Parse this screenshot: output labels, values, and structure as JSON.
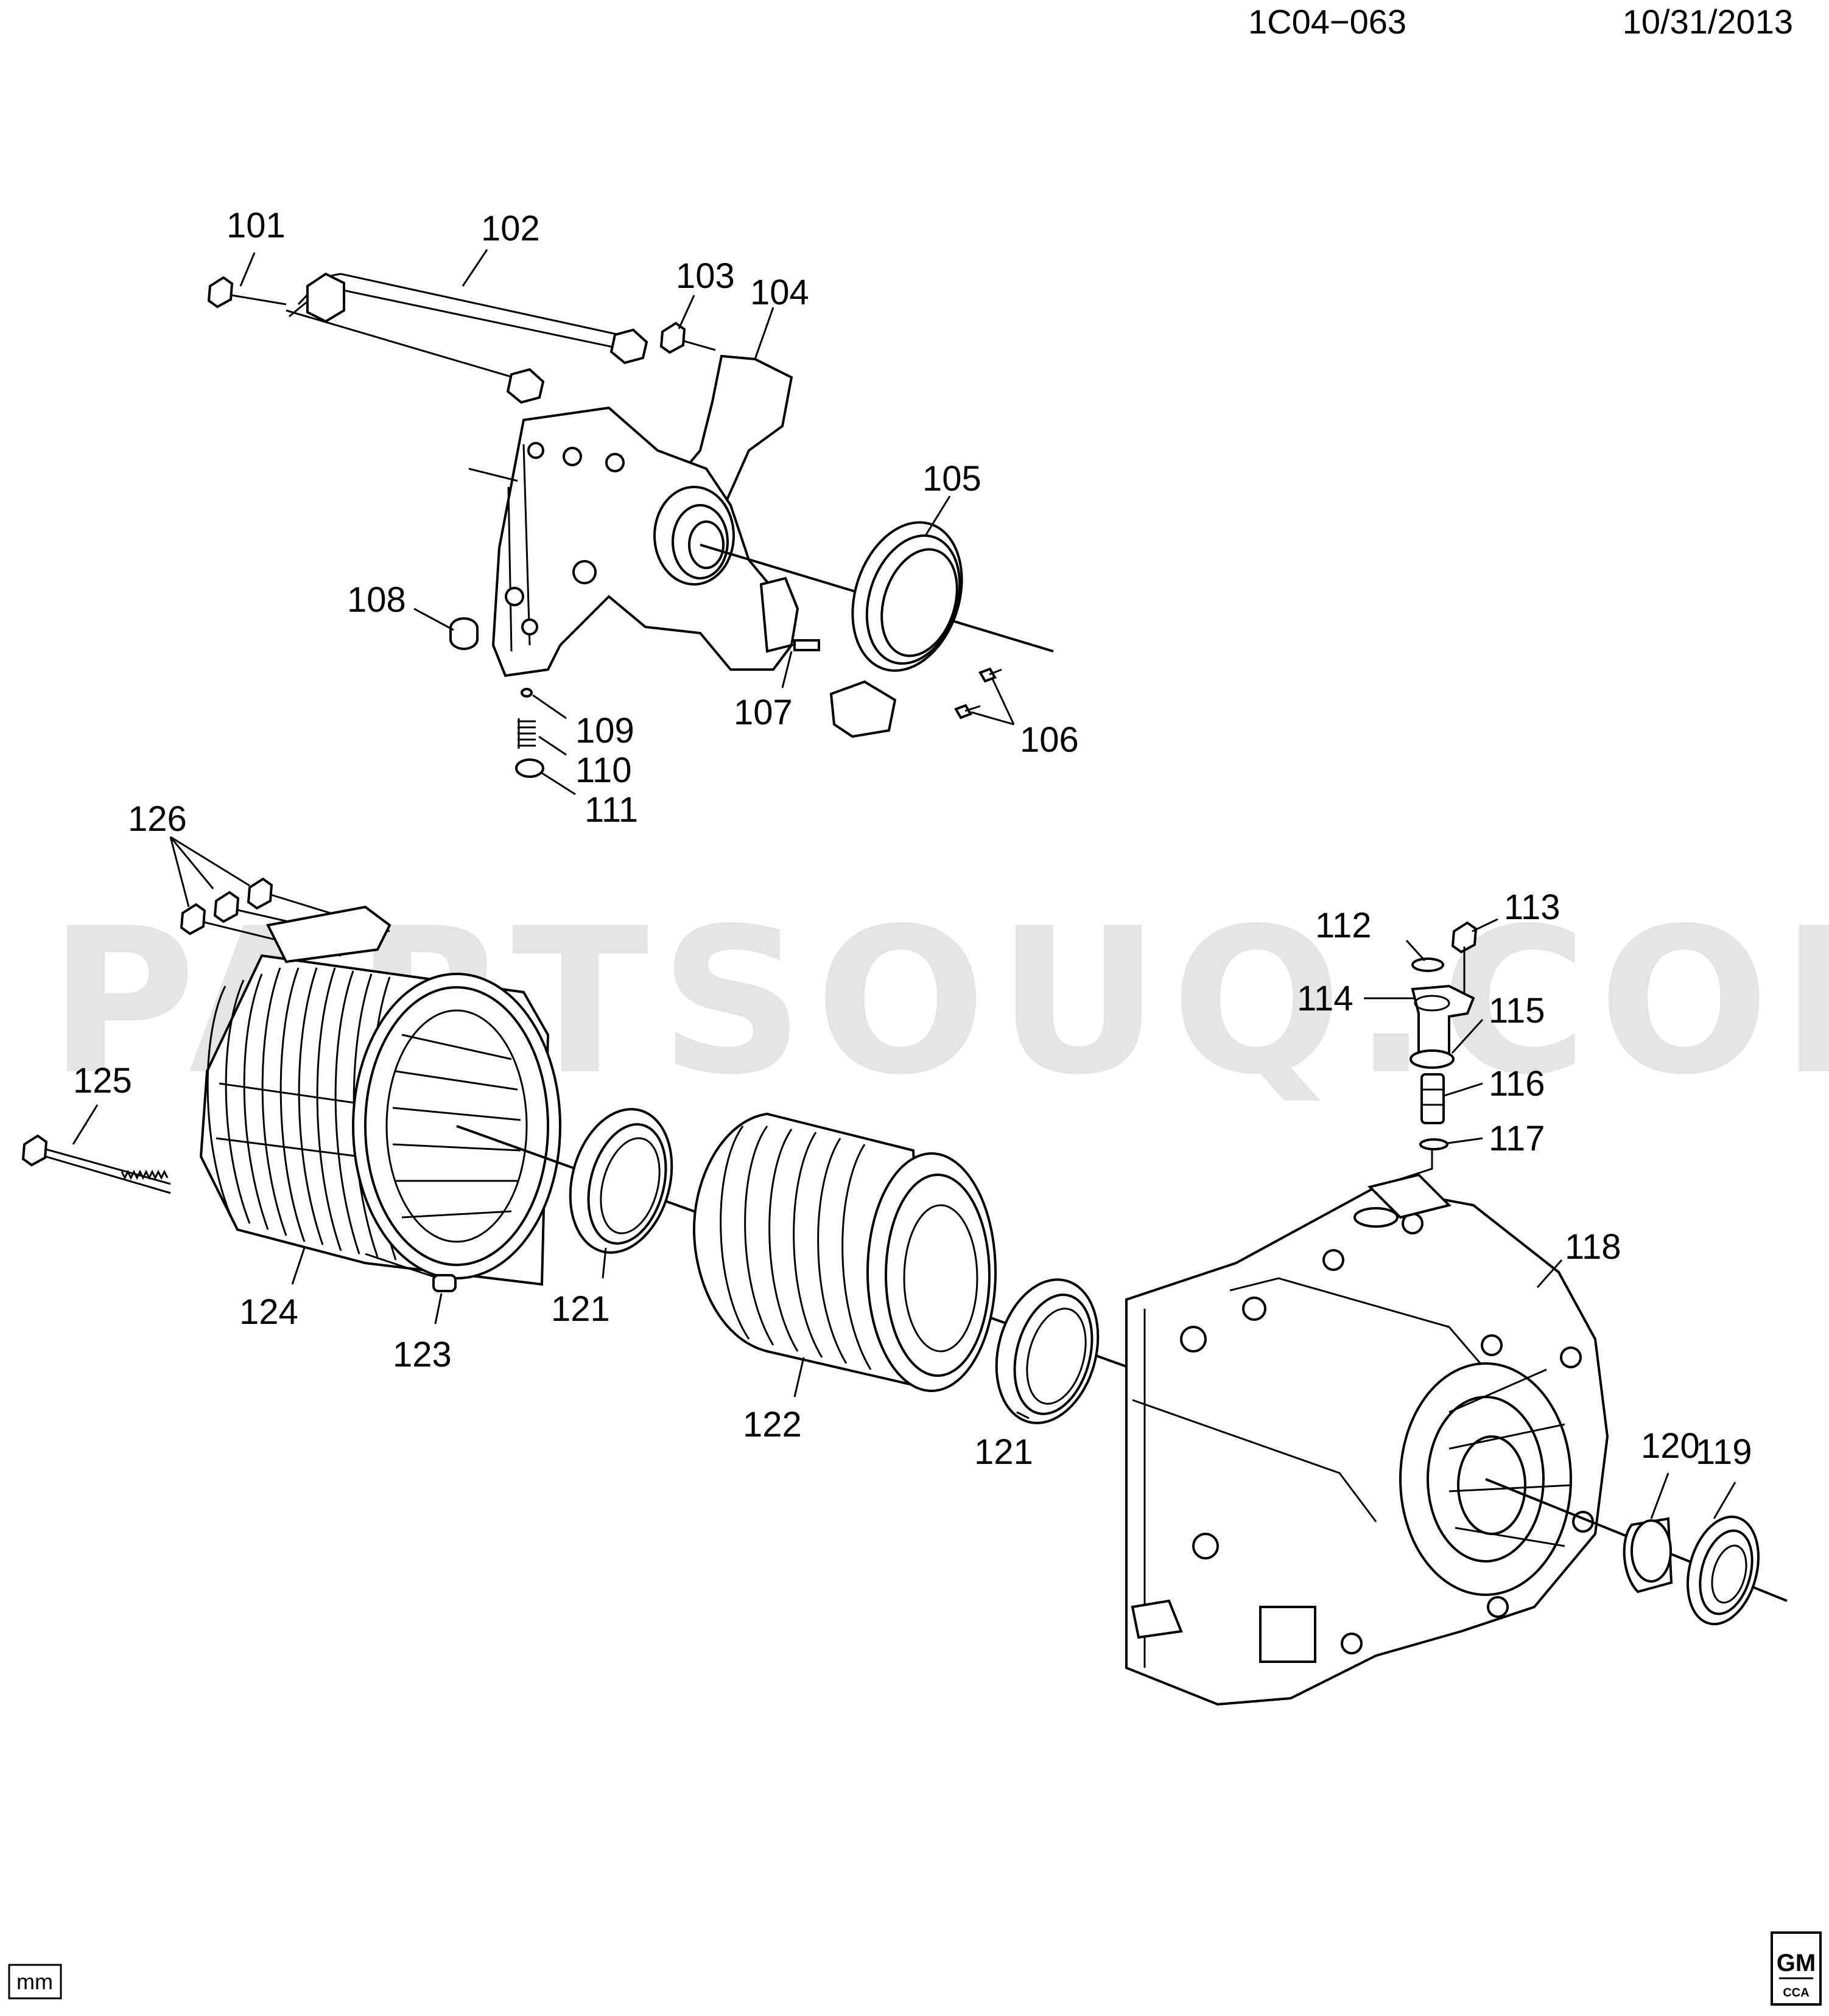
{
  "header": {
    "diagram_id": "1C04−063",
    "date": "10/31/2013"
  },
  "watermark": "PARTSOUQ.COM",
  "unit_badge": "mm",
  "logo": {
    "brand": "GM",
    "sub": "CCA"
  },
  "callouts": {
    "p101": "101",
    "p102": "102",
    "p103": "103",
    "p104": "104",
    "p105": "105",
    "p106": "106",
    "p107": "107",
    "p108": "108",
    "p109": "109",
    "p110": "110",
    "p111": "111",
    "p112": "112",
    "p113": "113",
    "p114": "114",
    "p115": "115",
    "p116": "116",
    "p117": "117",
    "p118": "118",
    "p119": "119",
    "p120": "120",
    "p121a": "121",
    "p121b": "121",
    "p122": "122",
    "p123": "123",
    "p124": "124",
    "p125": "125",
    "p126": "126"
  }
}
